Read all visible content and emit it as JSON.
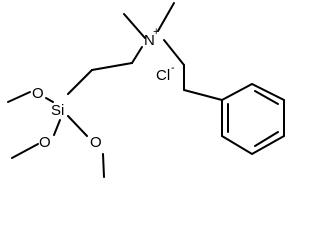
{
  "molecule": {
    "atoms": {
      "nitrogen": "N",
      "nitrogen_charge": "+",
      "silicon": "Si",
      "oxygen_left": "O",
      "oxygen_bottom_left": "O",
      "oxygen_bottom_right": "O",
      "chloride": "Cl",
      "chloride_charge": "-"
    }
  }
}
